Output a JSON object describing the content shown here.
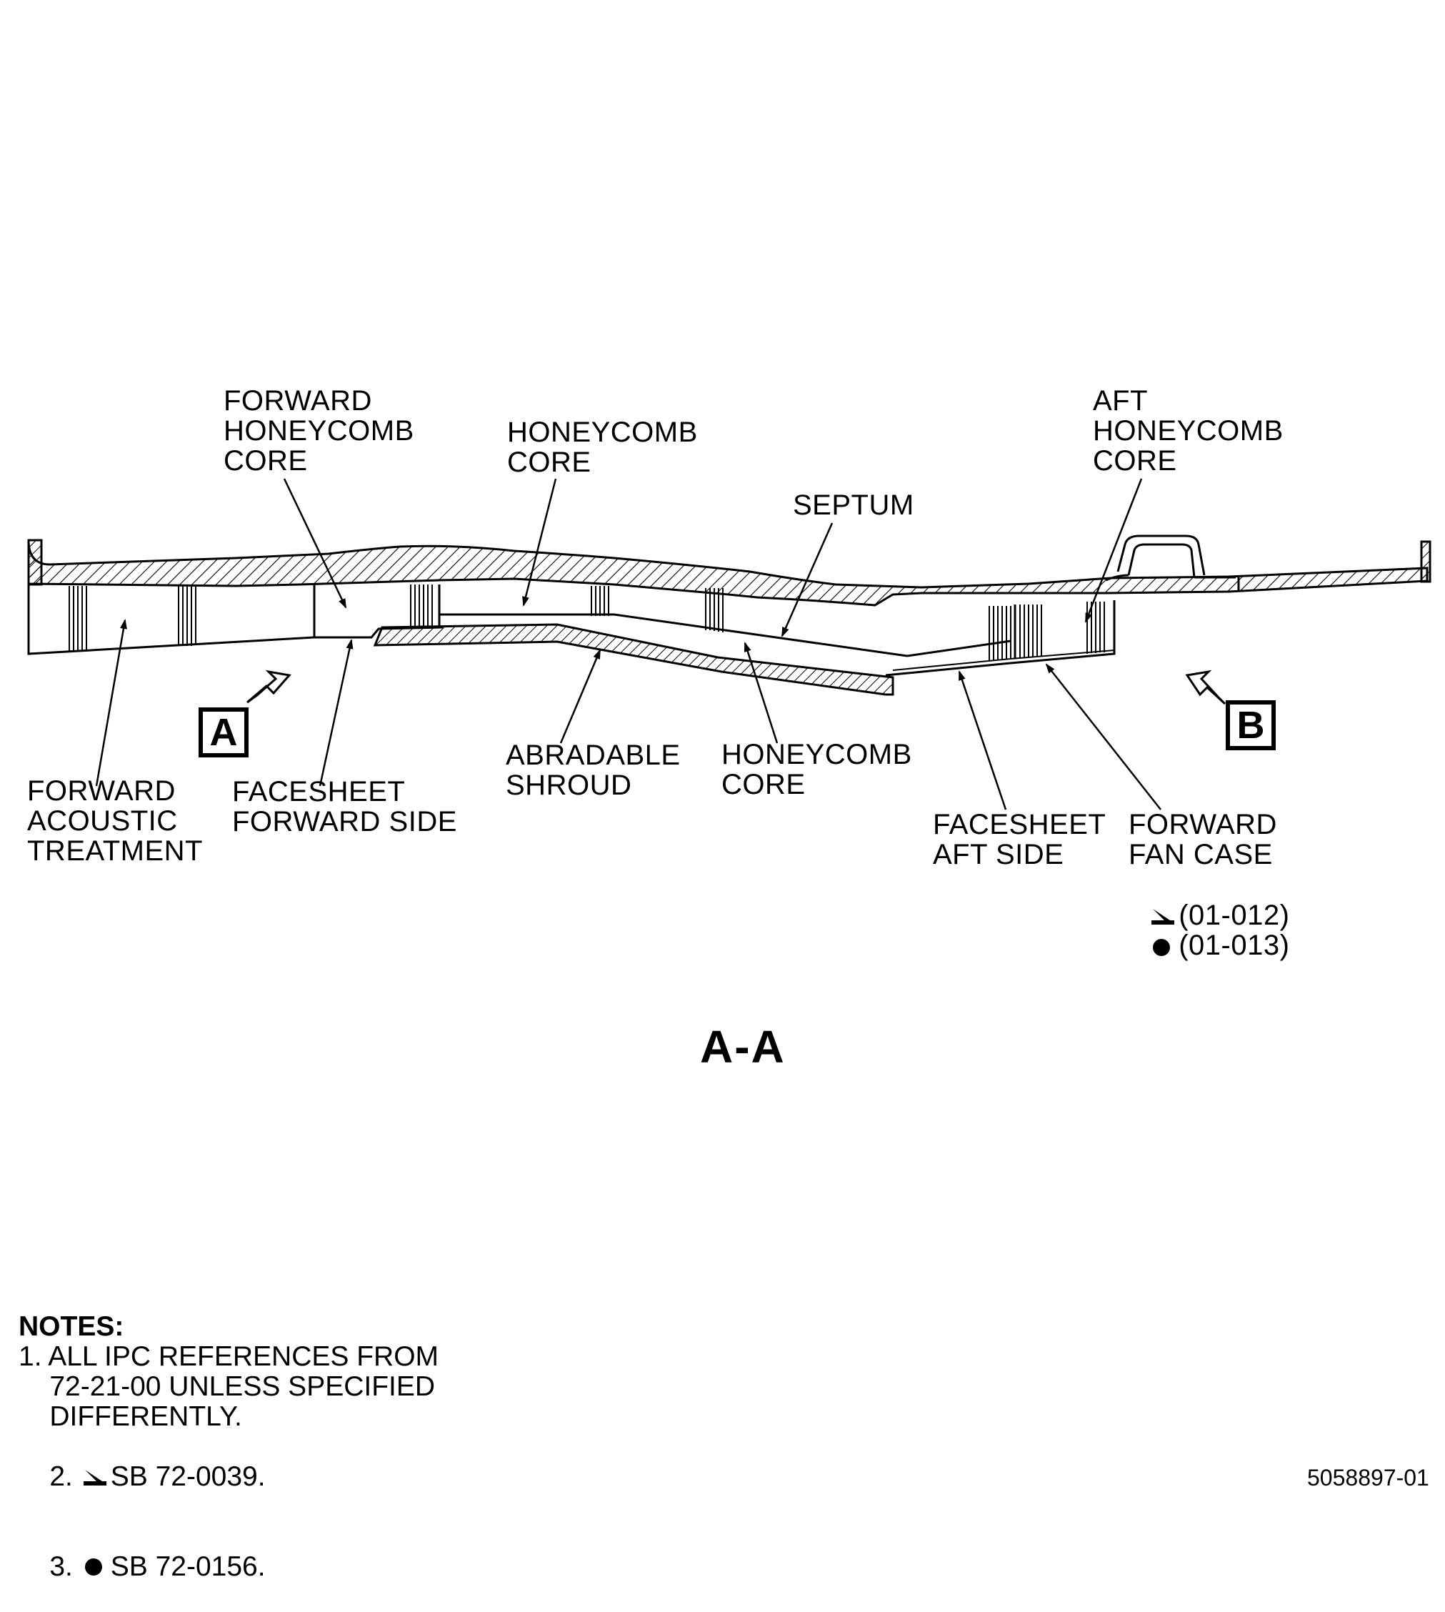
{
  "labels": {
    "forward_honeycomb_core": "FORWARD\nHONEYCOMB\nCORE",
    "honeycomb_core_upper": "HONEYCOMB\nCORE",
    "aft_honeycomb_core": "AFT\nHONEYCOMB\nCORE",
    "septum": "SEPTUM",
    "forward_acoustic_treatment": "FORWARD\nACOUSTIC\nTREATMENT",
    "facesheet_forward_side": "FACESHEET\nFORWARD SIDE",
    "abradable_shroud": "ABRADABLE\nSHROUD",
    "honeycomb_core_lower": "HONEYCOMB\nCORE",
    "facesheet_aft_side": "FACESHEET\nAFT SIDE",
    "forward_fan_case": "FORWARD\nFAN CASE",
    "fan_case_ref_1": "(01-012)",
    "fan_case_ref_2": "(01-013)"
  },
  "detail_markers": {
    "a": "A",
    "b": "B"
  },
  "view_title": "A-A",
  "notes": {
    "header": "NOTES:",
    "items": [
      "1. ALL IPC REFERENCES FROM",
      "    72-21-00 UNLESS SPECIFIED",
      "    DIFFERENTLY.",
      "2. ",
      "SB 72-0039.",
      "3. ",
      "SB 72-0156."
    ]
  },
  "figure_id": "5058897-01",
  "symbols": {
    "note2": "hook-triangle-icon",
    "note3": "filled-circle-icon"
  }
}
